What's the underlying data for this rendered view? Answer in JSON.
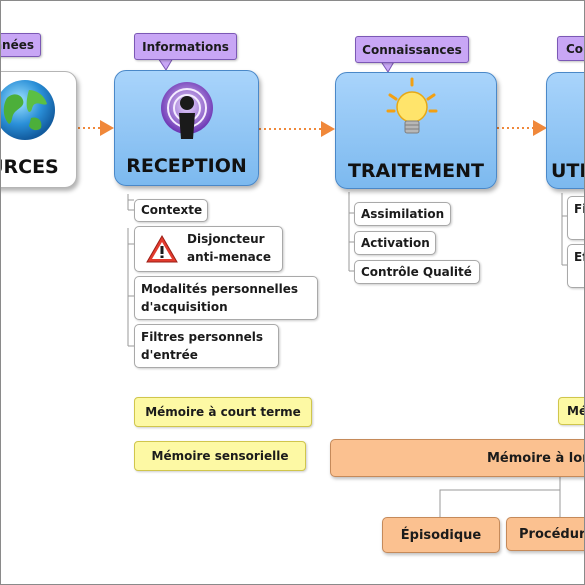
{
  "callouts": {
    "donnees": "Données",
    "informations": "Informations",
    "connaissances": "Connaissances",
    "competences": "Compétences"
  },
  "nodes": {
    "sources": "SOURCES",
    "reception": "RECEPTION",
    "traitement": "TRAITEMENT",
    "utilisation": "UTILISATION"
  },
  "reception_items": {
    "contexte": "Contexte",
    "disjoncteur": "Disjoncteur anti-menace",
    "modalites": "Modalités personnelles d'acquisition",
    "filtres": "Filtres personnels d'entrée"
  },
  "traitement_items": {
    "assimilation": "Assimilation",
    "activation": "Activation",
    "controle": "Contrôle Qualité"
  },
  "utilisation_items": {
    "item1": "Filtres personnels de sortie",
    "item2": "Effets de sortie"
  },
  "memory": {
    "court_terme": "Mémoire à court terme",
    "sensorielle": "Mémoire sensorielle",
    "travail": "Mémoire de travail",
    "long_terme": "Mémoire à long terme",
    "episodique": "Épisodique",
    "procedurale": "Procédurale"
  },
  "colors": {
    "callout": "#c8a6f5",
    "node_blue": "#7cb9ef",
    "sticky_yellow": "#fdf9a4",
    "memory_orange": "#fbc190",
    "arrow": "#f0883a"
  },
  "icons": [
    "globe-icon",
    "podcast-icon",
    "lightbulb-icon",
    "warning-icon"
  ]
}
